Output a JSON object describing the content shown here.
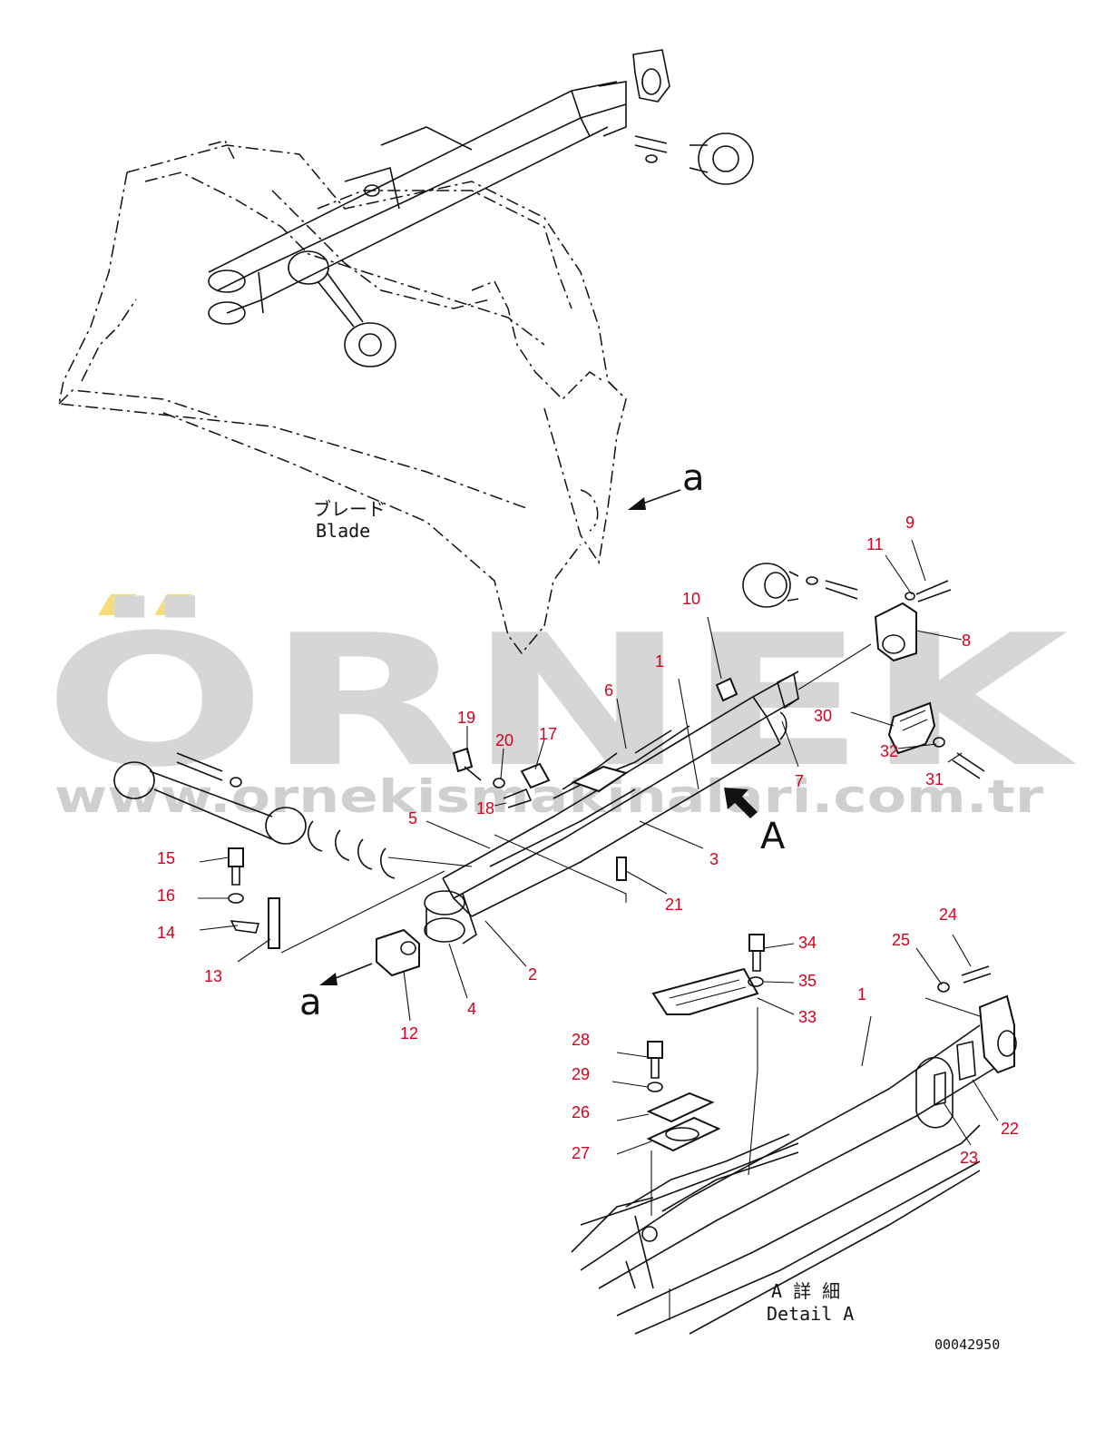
{
  "watermark": {
    "brand": "ÖRNEK",
    "url": "www.ornekismakinalari.com.tr",
    "text_color": "#d6d6d6",
    "accent_color": "#f6dc7a"
  },
  "labels": {
    "blade_jp": "ブレード",
    "blade_en": "Blade",
    "view_arrow_top": "a",
    "view_arrow_bottom": "a",
    "view_A": "A",
    "detail_jp": "A 詳 細",
    "detail_en": "Detail A",
    "drawing_no": "00042950"
  },
  "callout_color": "#d9001b",
  "callouts": {
    "c1": "1",
    "c1b": "1",
    "c2": "2",
    "c3": "3",
    "c4": "4",
    "c5": "5",
    "c6": "6",
    "c7": "7",
    "c8": "8",
    "c9": "9",
    "c10": "10",
    "c11": "11",
    "c12": "12",
    "c13": "13",
    "c14": "14",
    "c15": "15",
    "c16": "16",
    "c17": "17",
    "c18": "18",
    "c19": "19",
    "c20": "20",
    "c21": "21",
    "c22": "22",
    "c23": "23",
    "c24": "24",
    "c25": "25",
    "c26": "26",
    "c27": "27",
    "c28": "28",
    "c29": "29",
    "c30": "30",
    "c31": "31",
    "c32": "32",
    "c33": "33",
    "c34": "34",
    "c35": "35"
  }
}
